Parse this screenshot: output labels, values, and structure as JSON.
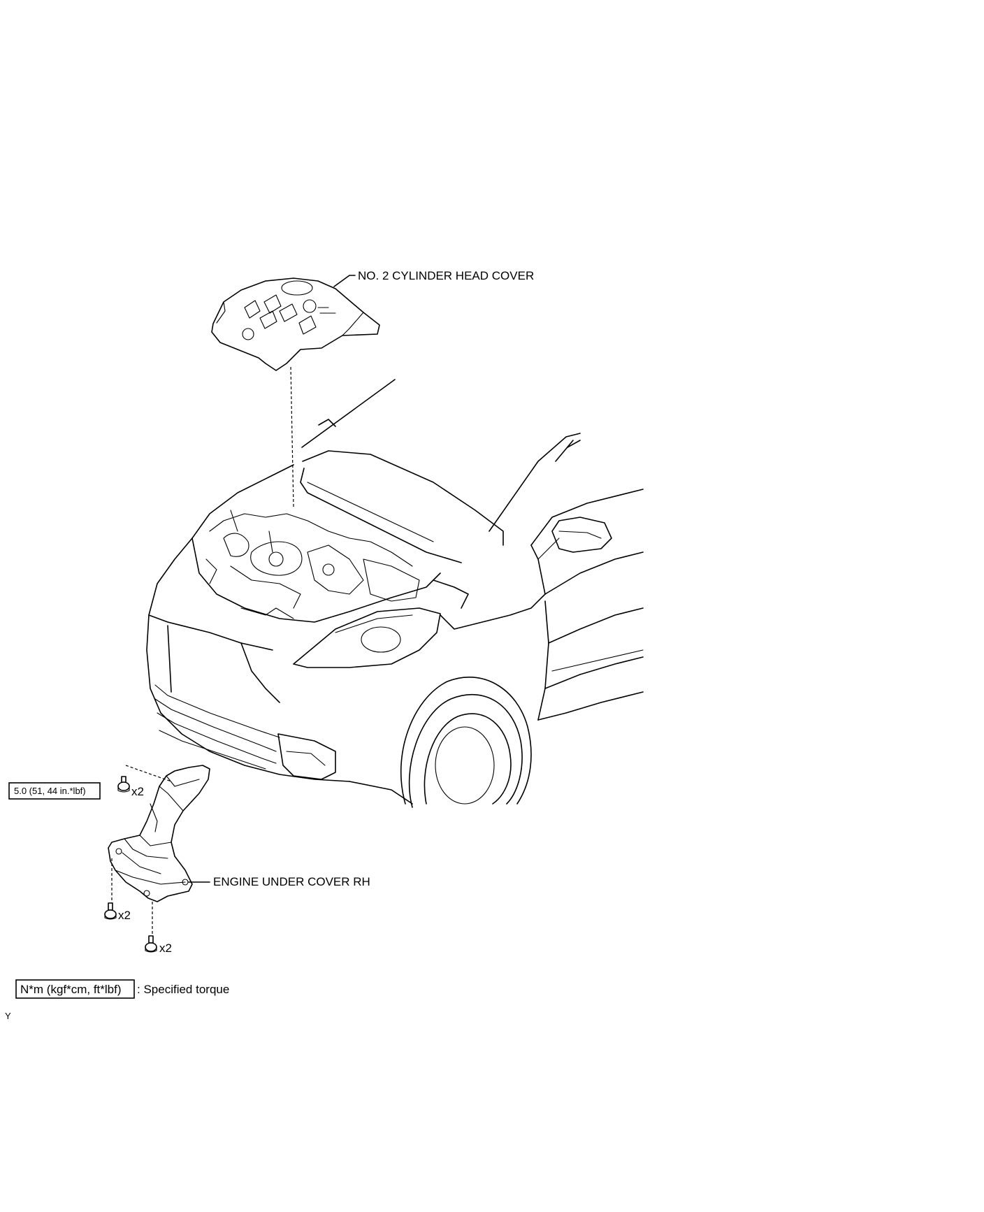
{
  "labels": {
    "cylinder_head_cover": "NO. 2 CYLINDER HEAD COVER",
    "engine_under_cover": "ENGINE UNDER COVER RH",
    "torque_value": "5.0 (51, 44 in.*lbf)",
    "qty_top_bolt": "x2",
    "qty_left_bolt": "x2",
    "qty_bottom_bolt": "x2"
  },
  "legend": {
    "torque_unit": "N*m (kgf*cm, ft*lbf)",
    "description": ": Specified torque"
  },
  "figure_code": "Y"
}
